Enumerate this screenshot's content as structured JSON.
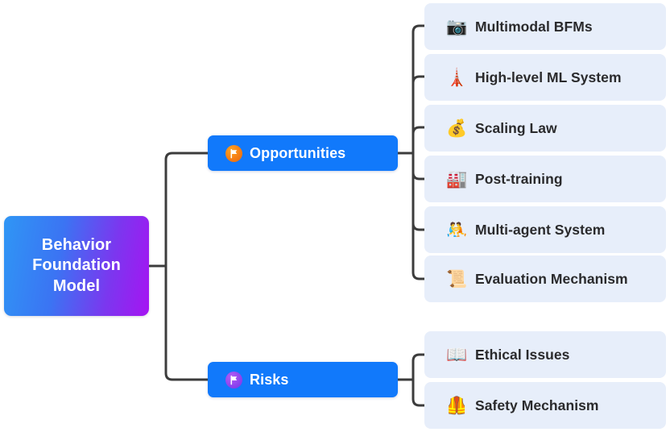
{
  "diagram": {
    "type": "mind-map",
    "title": "Behavior Foundation Model",
    "root": {
      "label": "Behavior\nFoundation\nModel",
      "gradient_from": "#2f96f5",
      "gradient_to": "#a614f2"
    },
    "branches": [
      {
        "id": "opportunities",
        "label": "Opportunities",
        "icon": "flag-icon",
        "badge_color": "#f37a14",
        "node_color": "#1179fb",
        "children": [
          {
            "label": "Multimodal BFMs",
            "icon": "camera-icon",
            "emoji": "📷"
          },
          {
            "label": "High-level ML System",
            "icon": "tower-icon",
            "emoji": "🗼"
          },
          {
            "label": "Scaling Law",
            "icon": "money-bag-icon",
            "emoji": "💰"
          },
          {
            "label": "Post-training",
            "icon": "factory-icon",
            "emoji": "🏭"
          },
          {
            "label": "Multi-agent System",
            "icon": "people-wrestling-icon",
            "emoji": "🤼"
          },
          {
            "label": "Evaluation Mechanism",
            "icon": "scroll-icon",
            "emoji": "📜"
          }
        ]
      },
      {
        "id": "risks",
        "label": "Risks",
        "icon": "flag-icon",
        "badge_color": "#8e43ee",
        "node_color": "#1179fb",
        "children": [
          {
            "label": "Ethical Issues",
            "icon": "open-book-icon",
            "emoji": "📖"
          },
          {
            "label": "Safety Mechanism",
            "icon": "safety-vest-icon",
            "emoji": "🦺"
          }
        ]
      }
    ],
    "connector_color": "#3c3c3c",
    "leaf_background": "#e7eefa",
    "leaf_text_color": "#2a2a2c"
  }
}
